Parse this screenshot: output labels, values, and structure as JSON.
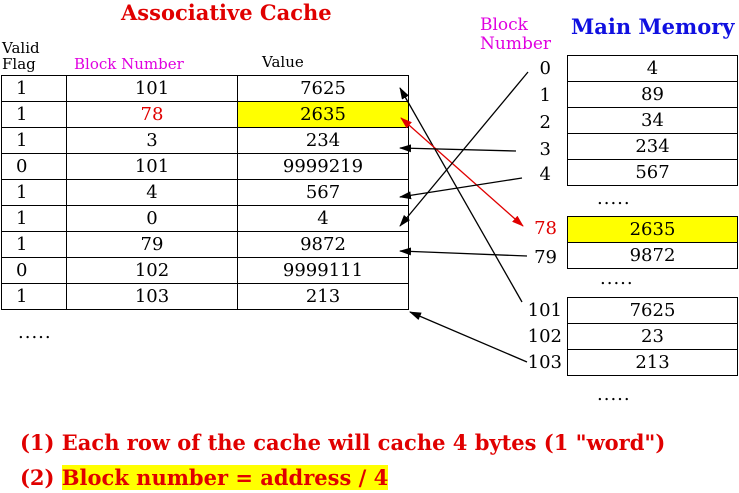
{
  "cache": {
    "title": "Associative Cache",
    "headers": {
      "valid_line1": "Valid",
      "valid_line2": "Flag",
      "block_number": "Block Number",
      "value": "Value"
    },
    "rows": [
      {
        "valid": "1",
        "block": "101",
        "value": "7625"
      },
      {
        "valid": "1",
        "block": "78",
        "value": "2635"
      },
      {
        "valid": "1",
        "block": "3",
        "value": "234"
      },
      {
        "valid": "0",
        "block": "101",
        "value": "9999219"
      },
      {
        "valid": "1",
        "block": "4",
        "value": "567"
      },
      {
        "valid": "1",
        "block": "0",
        "value": "4"
      },
      {
        "valid": "1",
        "block": "79",
        "value": "9872"
      },
      {
        "valid": "0",
        "block": "102",
        "value": "9999111"
      },
      {
        "valid": "1",
        "block": "103",
        "value": "213"
      }
    ],
    "more": "....."
  },
  "memory": {
    "title": "Main Memory",
    "label_line1": "Block",
    "label_line2": "Number",
    "group1": [
      {
        "block": "0",
        "value": "4"
      },
      {
        "block": "1",
        "value": "89"
      },
      {
        "block": "2",
        "value": "34"
      },
      {
        "block": "3",
        "value": "234"
      },
      {
        "block": "4",
        "value": "567"
      }
    ],
    "group2": [
      {
        "block": "78",
        "value": "2635"
      },
      {
        "block": "79",
        "value": "9872"
      }
    ],
    "group3": [
      {
        "block": "101",
        "value": "7625"
      },
      {
        "block": "102",
        "value": "23"
      },
      {
        "block": "103",
        "value": "213"
      }
    ],
    "dots1": ".....",
    "dots2": ".....",
    "dots3": "....."
  },
  "notes": {
    "note1": "(1) Each row of the cache will cache 4 bytes (1 \"word\")",
    "note2_prefix": "(2) ",
    "note2_highlight": "Block number = address / 4"
  },
  "colors": {
    "red": "#e00000",
    "blue": "#1010e0",
    "magenta": "#e000e0",
    "highlight": "#ffff00"
  }
}
